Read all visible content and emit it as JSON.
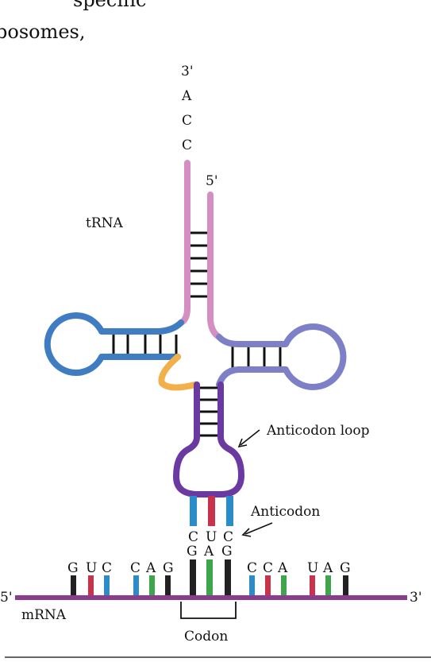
{
  "header_text": {
    "line1": "specific",
    "line2": "bosomes,"
  },
  "labels": {
    "trna": "tRNA",
    "three_prime_top": "3'",
    "five_prime_top": "5'",
    "acceptor_bases": [
      "A",
      "C",
      "C"
    ],
    "anticodon_loop": "Anticodon loop",
    "anticodon": "Anticodon",
    "anticodon_bases": [
      "C",
      "U",
      "C"
    ],
    "mrna": "mRNA",
    "mrna_five_prime": "5'",
    "mrna_three_prime": "3'",
    "codon": "Codon",
    "codon_bases": [
      "G",
      "A",
      "G"
    ],
    "mrna_left_bases": [
      "G",
      "U",
      "C",
      "C",
      "A",
      "G"
    ],
    "mrna_right_bases": [
      "C",
      "C",
      "A",
      "U",
      "A",
      "G"
    ]
  },
  "colors": {
    "acceptor_arm": "#d48ec2",
    "d_arm": "#3f7cc2",
    "variable_loop": "#f2b04a",
    "anticodon_arm": "#6b3aa0",
    "t_arm": "#7d80c6",
    "mrna_strand": "#8b3c8f",
    "base_G": "#222222",
    "base_U": "#c8324a",
    "base_C": "#2a8cc8",
    "base_A": "#3ea64a"
  }
}
